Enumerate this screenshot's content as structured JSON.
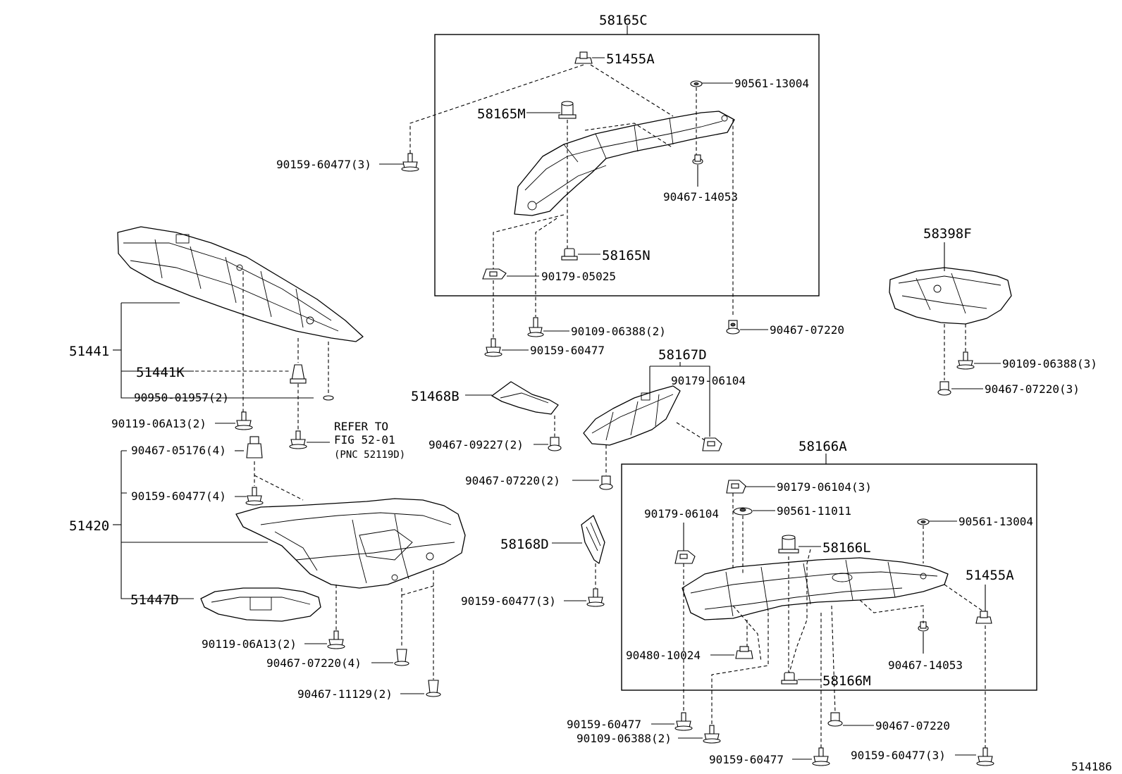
{
  "boxes": {
    "b1": {
      "label": "58165C"
    },
    "b2": {
      "label": "58166A"
    }
  },
  "labels": {
    "l51455A_1": "51455A",
    "l90561_13004_1": "90561-13004",
    "l58165M": "58165M",
    "l90159_60477_3a": "90159-60477(3)",
    "l90467_14053_1": "90467-14053",
    "l58165N": "58165N",
    "l90179_05025": "90179-05025",
    "l90109_06388_2a": "90109-06388(2)",
    "l90467_07220_a": "90467-07220",
    "l90159_60477_a": "90159-60477",
    "l58398F": "58398F",
    "l90109_06388_3": "90109-06388(3)",
    "l90467_07220_3": "90467-07220(3)",
    "l51441": "51441",
    "l51441K": "51441K",
    "l90950_01957": "90950-01957(2)",
    "l90119_06A13_a": "90119-06A13(2)",
    "l_refer1": "REFER TO",
    "l_refer2": "FIG 52-01",
    "l_refer3": "(PNC 52119D)",
    "l51468B": "51468B",
    "l90467_09227": "90467-09227(2)",
    "l58167D": "58167D",
    "l90179_06104_a": "90179-06104",
    "l90467_07220_2a": "90467-07220(2)",
    "l90467_05176": "90467-05176(4)",
    "l90159_60477_4": "90159-60477(4)",
    "l51420": "51420",
    "l51447D": "51447D",
    "l90119_06A13_b": "90119-06A13(2)",
    "l90467_07220_4": "90467-07220(4)",
    "l90467_11129": "90467-11129(2)",
    "l58168D": "58168D",
    "l90159_60477_3b": "90159-60477(3)",
    "l90179_06104_3": "90179-06104(3)",
    "l90179_06104_b": "90179-06104",
    "l90561_11011": "90561-11011",
    "l90561_13004_2": "90561-13004",
    "l58166L": "58166L",
    "l51455A_2": "51455A",
    "l90480_10024": "90480-10024",
    "l58166M": "58166M",
    "l90467_14053_2": "90467-14053",
    "l90159_60477_b": "90159-60477",
    "l90109_06388_2b": "90109-06388(2)",
    "l90467_07220_b": "90467-07220",
    "l90159_60477_c": "90159-60477",
    "l90159_60477_3c": "90159-60477(3)",
    "l_ref": "514186"
  }
}
